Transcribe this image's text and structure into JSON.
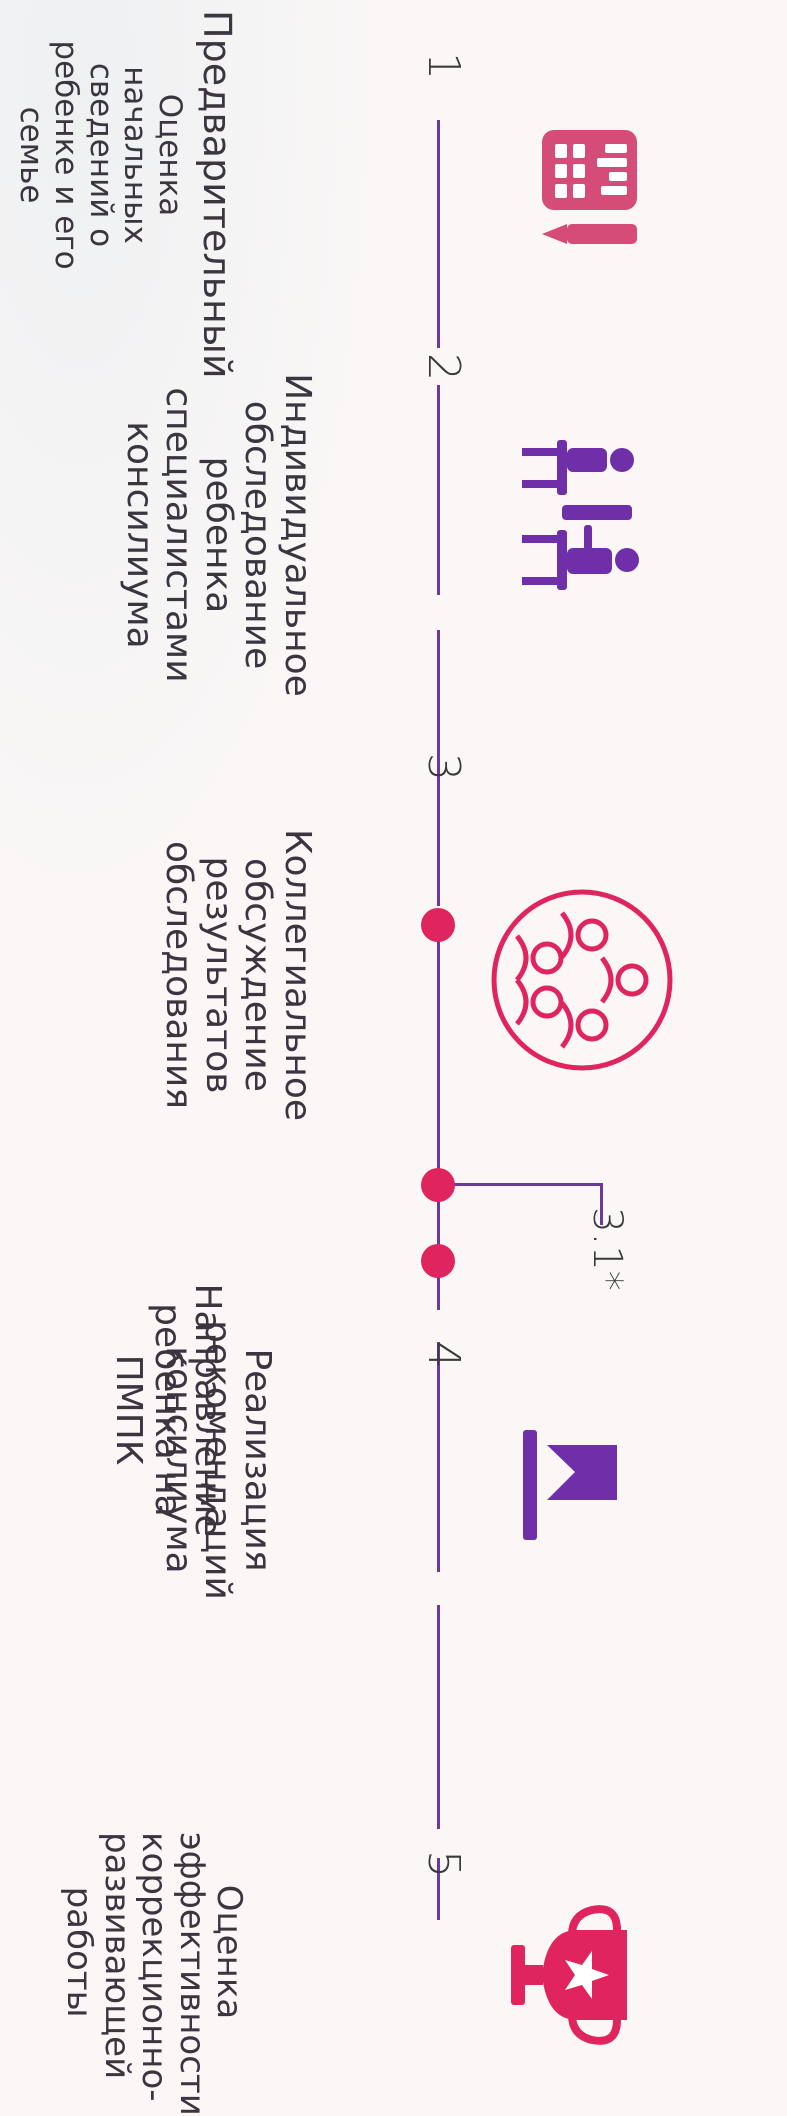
{
  "colors": {
    "line": "#6b3a9a",
    "dot": "#e0245e",
    "icon_pink": "#e0245e",
    "icon_rose": "#d64c78",
    "icon_purple": "#6f2fa8"
  },
  "steps": [
    {
      "number": "1",
      "title": "Предварительный",
      "subtitle": "Оценка начальных сведений о ребенке и его семье",
      "icon": "calculator-pencil-icon"
    },
    {
      "number": "2",
      "title": "Индивидуальное обследование ребенка специалистами консилиума",
      "icon": "student-teacher-icon"
    },
    {
      "number": "3",
      "title": "Коллегиальное обсуждение результатов обследования",
      "icon": "team-discussion-icon"
    },
    {
      "number": "4",
      "title": "Реализация рекомендаций консилиума",
      "icon": "bookmark-flag-icon"
    },
    {
      "number": "5",
      "title": "Оценка эффективности коррекционно-развивающей работы",
      "icon": "trophy-star-icon"
    }
  ],
  "branch": {
    "number": "3.1*",
    "title": "Направление ребенка на ПМПК"
  }
}
